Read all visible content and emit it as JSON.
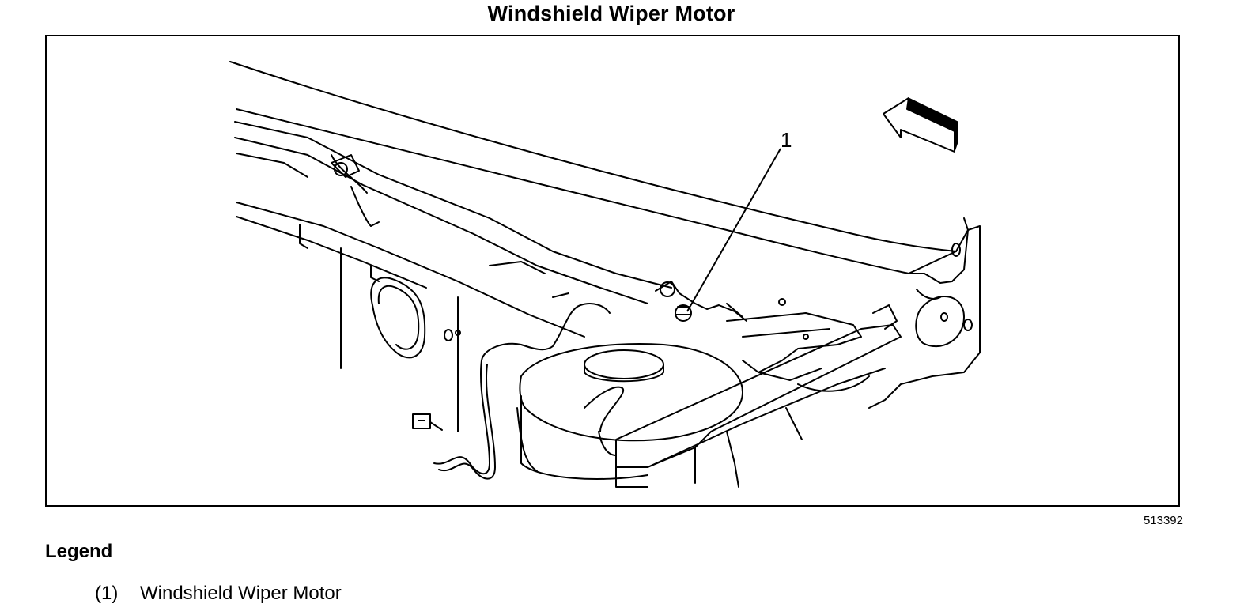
{
  "title": "Windshield Wiper Motor",
  "figure": {
    "callout": "1",
    "figure_id": "513392",
    "icons": [
      "front-direction-arrow-icon",
      "electrical-connector-icon"
    ]
  },
  "legend": {
    "heading": "Legend",
    "items": [
      {
        "number": "(1)",
        "label": "Windshield Wiper Motor"
      }
    ]
  }
}
